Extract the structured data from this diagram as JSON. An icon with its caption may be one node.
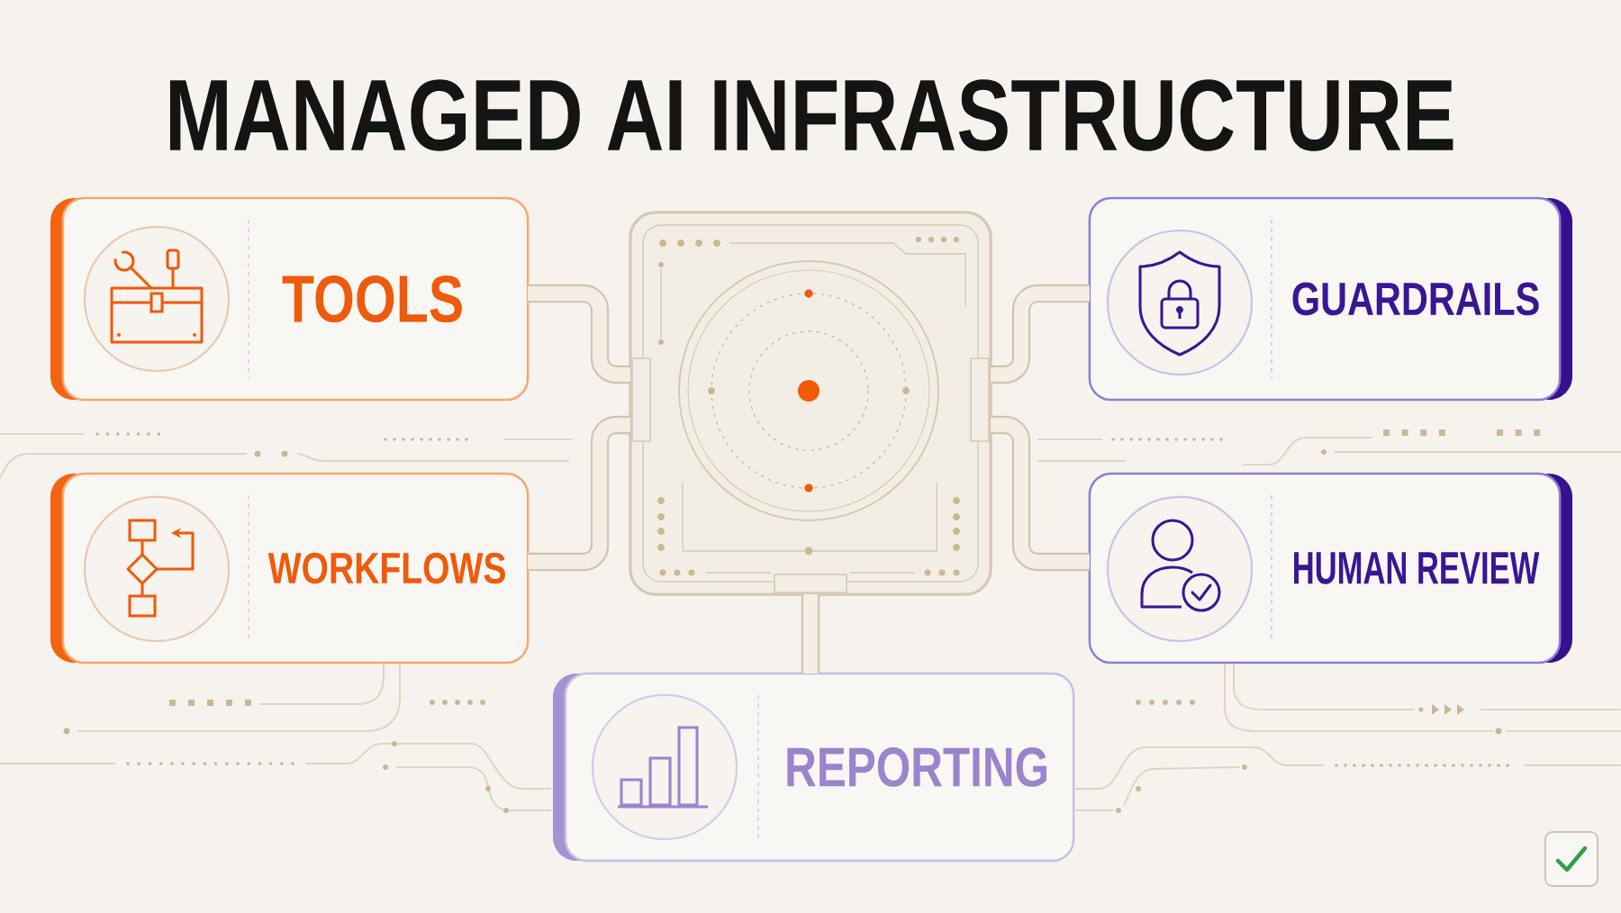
{
  "diagram": {
    "title": "MANAGED AI INFRASTRUCTURE",
    "nodes": [
      {
        "text": [
          "TOOLS"
        ]
      },
      {
        "text": [],
        "shape": "box"
      },
      {
        "text": [
          "GUARDRAILS"
        ]
      },
      {
        "text": [
          "WORKFLOWS"
        ]
      },
      {
        "text": [
          "HUMAN REVIEW"
        ]
      },
      {
        "text": [
          "REPORTING"
        ]
      }
    ],
    "edges": [
      {
        "from": 1,
        "to": 0,
        "arrow": "none"
      },
      {
        "from": 1,
        "to": 2,
        "arrow": "none"
      },
      {
        "from": 1,
        "to": 3,
        "arrow": "none"
      },
      {
        "from": 1,
        "to": 4,
        "arrow": "none"
      },
      {
        "from": 1,
        "to": 5,
        "arrow": "none"
      }
    ]
  }
}
